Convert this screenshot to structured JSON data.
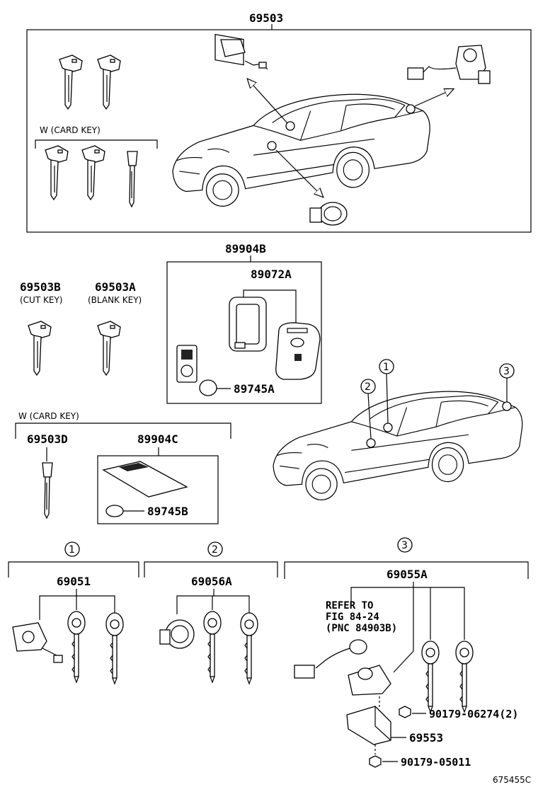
{
  "top_assembly": {
    "part_number": "69503"
  },
  "card_key_label_top": "W (CARD KEY)",
  "transmitter_group": {
    "part_number": "89904B",
    "case": "89072A",
    "battery": "89745A"
  },
  "key_cut": {
    "part_number": "69503B",
    "note": "(CUT KEY)"
  },
  "key_blank": {
    "part_number": "69503A",
    "note": "(BLANK KEY)"
  },
  "card_key_label": "W (CARD KEY)",
  "card_key_emergency": {
    "part_number": "69503D"
  },
  "card_key_group": {
    "part_number": "89904C",
    "battery": "89745B"
  },
  "callouts": [
    "1",
    "2",
    "3"
  ],
  "section1": {
    "callout": "1",
    "part_number": "69051"
  },
  "section2": {
    "callout": "2",
    "part_number": "69056A"
  },
  "section3": {
    "callout": "3",
    "part_number": "69055A",
    "refer_lines": [
      "REFER TO",
      "FIG 84-24",
      "(PNC 84903B)"
    ],
    "screw": "90179-06274(2)",
    "cover": "69553",
    "nut": "90179-05011"
  },
  "catalog_code": "675455C"
}
